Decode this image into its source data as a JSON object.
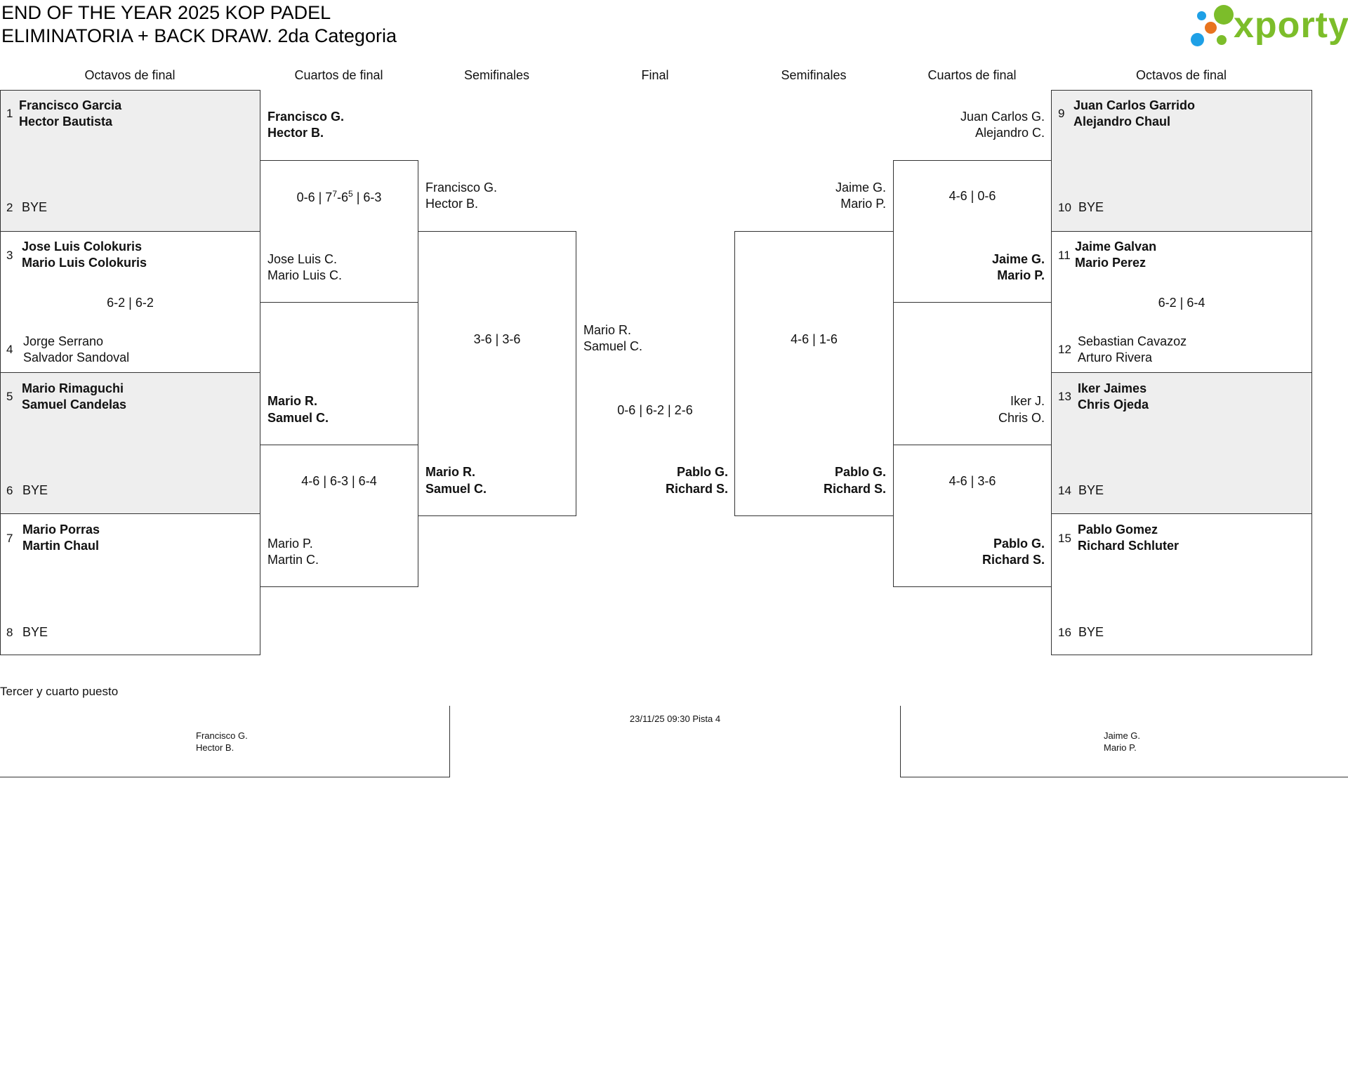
{
  "header": {
    "title_line1": "END OF THE YEAR 2025 KOP PADEL",
    "title_line2": "ELIMINATORIA + BACK DRAW. 2da Categoria",
    "logo_text": "xporty",
    "logo_colors": {
      "green": "#7cbd2a",
      "blue": "#1ea0e6",
      "orange": "#e8741e"
    }
  },
  "columns": {
    "left_r16": "Octavos de final",
    "left_qf": "Cuartos de final",
    "left_sf": "Semifinales",
    "final": "Final",
    "right_sf": "Semifinales",
    "right_qf": "Cuartos de final",
    "right_r16": "Octavos de final"
  },
  "left_r16": [
    {
      "seed": "1",
      "p1": "Francisco Garcia",
      "p2": "Hector Bautista",
      "winner": true
    },
    {
      "seed": "2",
      "p1": "BYE"
    },
    {
      "seed": "3",
      "p1": "Jose Luis Colokuris",
      "p2": "Mario Luis Colokuris",
      "winner": true
    },
    {
      "seed": "4",
      "p1": "Jorge Serrano",
      "p2": "Salvador Sandoval"
    },
    {
      "seed": "5",
      "p1": "Mario Rimaguchi",
      "p2": "Samuel Candelas",
      "winner": true
    },
    {
      "seed": "6",
      "p1": "BYE"
    },
    {
      "seed": "7",
      "p1": "Mario Porras",
      "p2": "Martin Chaul",
      "winner": true
    },
    {
      "seed": "8",
      "p1": "BYE"
    }
  ],
  "left_r16_scores": {
    "m2": "6-2 | 6-2"
  },
  "left_qf": [
    {
      "p1": "Francisco G.",
      "p2": "Hector B.",
      "winner": true
    },
    {
      "p1": "Jose Luis C.",
      "p2": "Mario Luis C."
    },
    {
      "p1": "Mario R.",
      "p2": "Samuel C.",
      "winner": true
    },
    {
      "p1": "Mario P.",
      "p2": "Martin C."
    }
  ],
  "left_qf_scores": {
    "m1": {
      "s1": "0-6 | 7",
      "s1sup": "7",
      "s2": "-6",
      "s2sup": "5",
      "s3": " | 6-3"
    },
    "m2": "4-6 | 6-3 | 6-4"
  },
  "left_sf": [
    {
      "p1": "Francisco G.",
      "p2": "Hector B."
    },
    {
      "p1": "Mario R.",
      "p2": "Samuel C.",
      "winner": true
    }
  ],
  "left_sf_score": "3-6 | 3-6",
  "final": {
    "top": {
      "p1": "Mario R.",
      "p2": "Samuel C."
    },
    "score": "0-6 | 6-2 | 2-6",
    "bottom": {
      "p1": "Pablo G.",
      "p2": "Richard S.",
      "winner": true
    }
  },
  "right_sf": [
    {
      "p1": "Jaime G.",
      "p2": "Mario P."
    },
    {
      "p1": "Pablo G.",
      "p2": "Richard S.",
      "winner": true
    }
  ],
  "right_sf_score": "4-6 | 1-6",
  "right_qf": [
    {
      "p1": "Juan Carlos G.",
      "p2": "Alejandro C."
    },
    {
      "p1": "Jaime G.",
      "p2": "Mario P.",
      "winner": true
    },
    {
      "p1": "Iker J.",
      "p2": "Chris O."
    },
    {
      "p1": "Pablo G.",
      "p2": "Richard S.",
      "winner": true
    }
  ],
  "right_qf_scores": {
    "m1": "4-6 | 0-6",
    "m2": "4-6 | 3-6"
  },
  "right_r16": [
    {
      "seed": "9",
      "p1": "Juan Carlos Garrido",
      "p2": "Alejandro Chaul",
      "winner": true
    },
    {
      "seed": "10",
      "p1": "BYE"
    },
    {
      "seed": "11",
      "p1": "Jaime Galvan",
      "p2": "Mario Perez",
      "winner": true
    },
    {
      "seed": "12",
      "p1": "Sebastian Cavazoz",
      "p2": "Arturo Rivera"
    },
    {
      "seed": "13",
      "p1": "Iker Jaimes",
      "p2": "Chris Ojeda",
      "winner": true
    },
    {
      "seed": "14",
      "p1": "BYE"
    },
    {
      "seed": "15",
      "p1": "Pablo Gomez",
      "p2": "Richard Schluter",
      "winner": true
    },
    {
      "seed": "16",
      "p1": "BYE"
    }
  ],
  "right_r16_scores": {
    "m2": "6-2 | 6-4"
  },
  "third_place": {
    "title": "Tercer y cuarto puesto",
    "info": "23/11/25 09:30 Pista 4",
    "left": {
      "p1": "Francisco G.",
      "p2": "Hector B."
    },
    "right": {
      "p1": "Jaime G.",
      "p2": "Mario P."
    }
  }
}
